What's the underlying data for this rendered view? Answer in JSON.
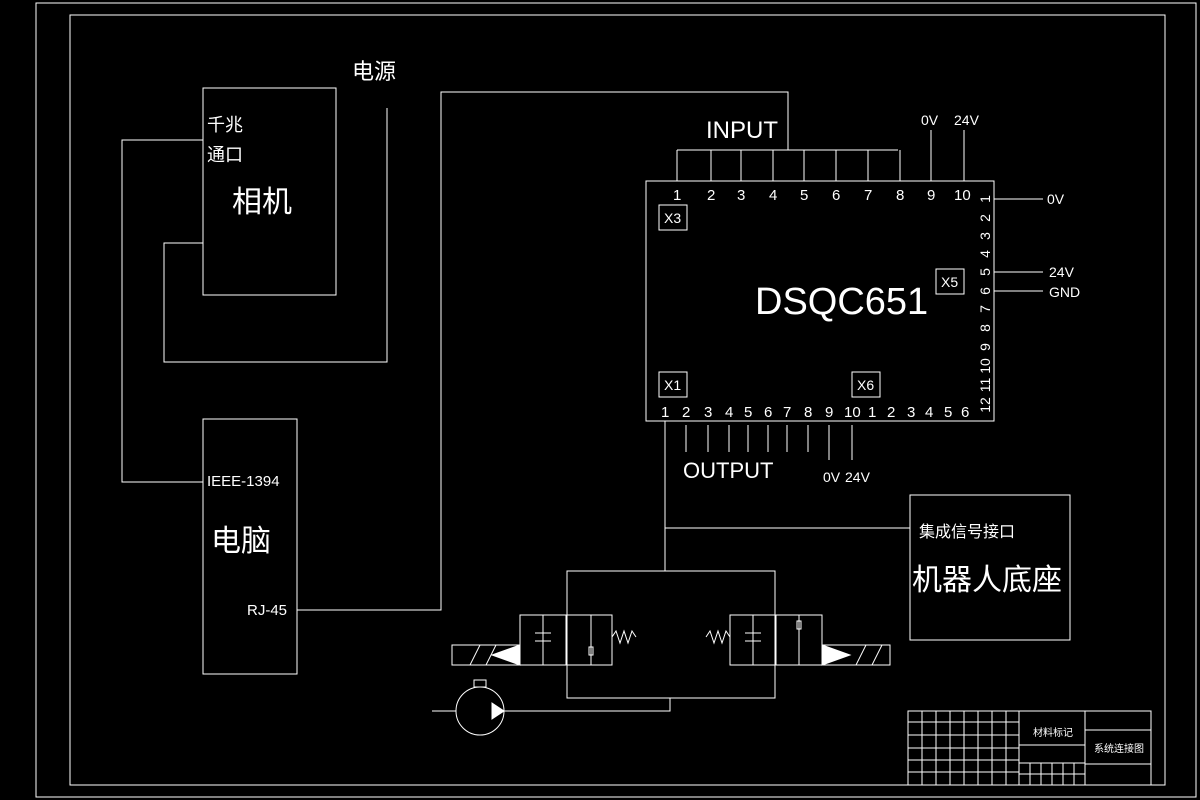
{
  "power": {
    "label": "电源"
  },
  "camera": {
    "port_line1": "千兆",
    "port_line2": "通口",
    "name": "相机"
  },
  "computer": {
    "port_1394": "IEEE-1394",
    "name": "电脑",
    "port_rj45": "RJ-45"
  },
  "controller": {
    "name": "DSQC651",
    "x3_label": "X3",
    "x1_label": "X1",
    "x5_label": "X5",
    "x6_label": "X6",
    "input_label": "INPUT",
    "output_label": "OUTPUT",
    "top_pins": [
      "1",
      "2",
      "3",
      "4",
      "5",
      "6",
      "7",
      "8",
      "9",
      "10"
    ],
    "top_extra": [
      "0V",
      "24V"
    ],
    "x1_pins": [
      "1",
      "2",
      "3",
      "4",
      "5",
      "6",
      "7",
      "8",
      "9",
      "10"
    ],
    "x1_extra": [
      "0V",
      "24V"
    ],
    "x6_pins": [
      "1",
      "2",
      "3",
      "4",
      "5",
      "6"
    ],
    "x5_pins": [
      "1",
      "2",
      "3",
      "4",
      "5",
      "6",
      "7",
      "8",
      "9",
      "10",
      "11",
      "12"
    ],
    "x5_labels": {
      "p1": "0V",
      "p5": "24V",
      "p6": "GND"
    }
  },
  "robot": {
    "label_top": "集成信号接口",
    "label_main": "机器人底座"
  },
  "title_block": {
    "material": "材料标记",
    "drawing_name": "系统连接图"
  }
}
